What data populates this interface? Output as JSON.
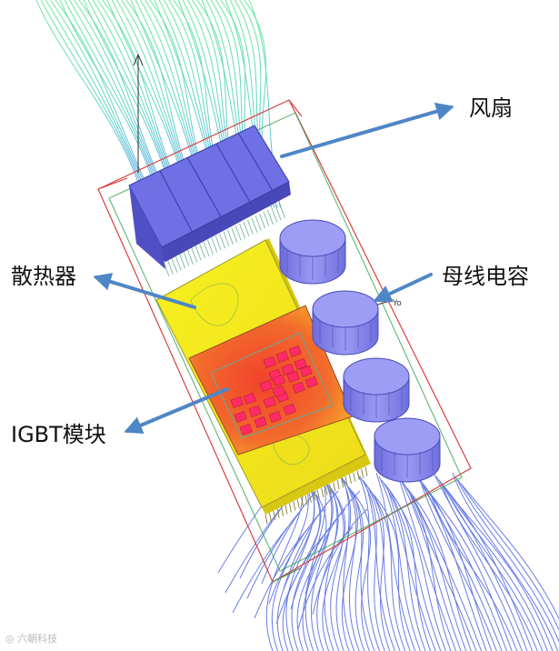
{
  "labels": {
    "fan": "风扇",
    "heatsink": "散热器",
    "capacitor": "母线电容",
    "igbt": "IGBT模块"
  },
  "watermark": "六朝科技",
  "axis_label": "Yo",
  "colors": {
    "fan": "#6f6fe6",
    "heatsink": "#f2ea1a",
    "igbt_base": "#f05c2c",
    "chips": "#ff2a66",
    "capacitor": "#8585f0",
    "arrow": "#4f86c6",
    "flow_inlet": "#3fcf7a",
    "flow_outlet": "#1f3fd8",
    "box_red": "#d94040",
    "box_green": "#2e9e4a"
  },
  "icons": {
    "arrow": "callout-arrow-icon",
    "watermark_logo": "logo-icon"
  }
}
